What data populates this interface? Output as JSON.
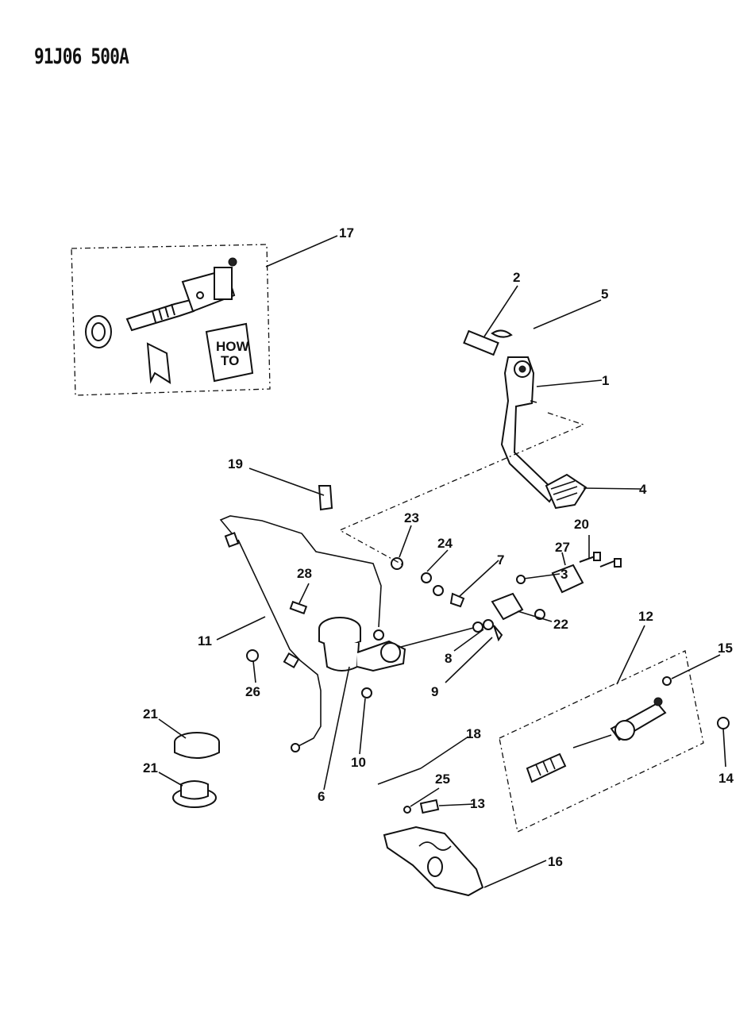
{
  "diagram": {
    "code": "91J06 500A",
    "booklet_text_line1": "HOW",
    "booklet_text_line2": "TO",
    "callouts": [
      "1",
      "2",
      "3",
      "4",
      "5",
      "6",
      "7",
      "8",
      "9",
      "10",
      "11",
      "12",
      "13",
      "14",
      "15",
      "16",
      "17",
      "18",
      "19",
      "20",
      "21",
      "21",
      "22",
      "23",
      "24",
      "25",
      "26",
      "27",
      "28"
    ]
  }
}
